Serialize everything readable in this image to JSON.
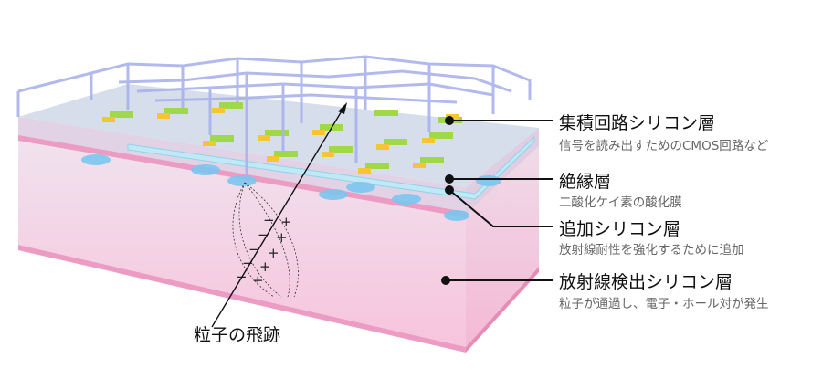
{
  "colors": {
    "detect_layer": "#f6c9dc",
    "edge_pink": "#e98fb8",
    "oxide": "#bfe6f2",
    "wiring": "#b9bff0",
    "circuit_green": "#9fd94a",
    "circuit_yellow": "#f5c534"
  },
  "labels": [
    {
      "title": "集積回路シリコン層",
      "desc": "信号を読み出すためのCMOS回路など"
    },
    {
      "title": "絶縁層",
      "desc": "二酸化ケイ素の酸化膜"
    },
    {
      "title": "追加シリコン層",
      "desc": "放射線耐性を強化するために追加"
    },
    {
      "title": "放射線検出シリコン層",
      "desc": "粒子が通過し、電子・ホール対が発生"
    }
  ],
  "track_label": "粒子の飛跡",
  "charges": {
    "plus": "+",
    "minus": "−"
  }
}
